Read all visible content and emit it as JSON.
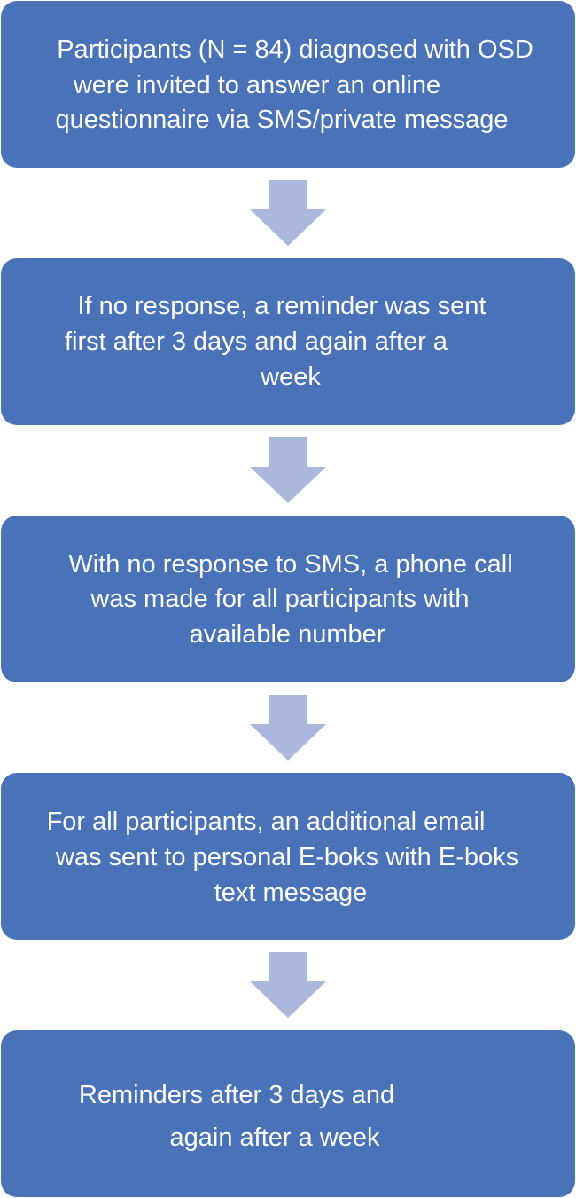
{
  "flowchart": {
    "steps": [
      {
        "lines": [
          "Participants (N = 84) diagnosed with OSD",
          "were invited to answer an online",
          "questionnaire via SMS/private message"
        ]
      },
      {
        "lines": [
          "If no response, a reminder was sent",
          "first after 3 days and again after a",
          "week"
        ]
      },
      {
        "lines": [
          "With no response to SMS, a phone call",
          "was made for all participants with",
          "available number"
        ]
      },
      {
        "lines": [
          "For all participants, an additional email",
          "was sent to personal E-boks with E-boks",
          "text message"
        ]
      },
      {
        "lines": [
          "Reminders after 3 days and",
          "again after a week"
        ]
      }
    ],
    "colors": {
      "box_fill": "#4a72b8",
      "box_text": "#ffffff",
      "arrow_fill": "#aab8de"
    }
  }
}
